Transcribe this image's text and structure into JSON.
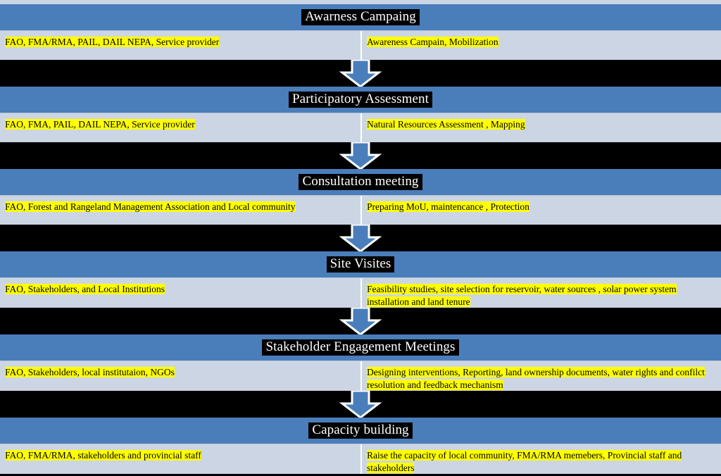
{
  "diagram": {
    "title": "Community engagement process flowchart",
    "colors": {
      "header_blue": "#4a7ebb",
      "body_light_blue": "#ccd5e4",
      "highlight_yellow": "#ffff00",
      "title_highlight": "#000000",
      "title_text": "#ffffff",
      "background": "#000000",
      "arrow_fill": "#4a7ebb",
      "arrow_outline": "#ffffff"
    },
    "connector_icon": "down-arrow-icon",
    "stages": [
      {
        "id": "awareness-campaing",
        "title": "Awarness Campaing",
        "actors": "FAO, FMA/RMA, PAIL, DAIL NEPA, Service provider",
        "activities": "Awareness Campain, Mobilization"
      },
      {
        "id": "participatory-assessment",
        "title": "Participatory Assessment",
        "actors": "FAO, FMA, PAIL, DAIL NEPA, Service provider",
        "activities": "Natural Resources Assessment , Mapping"
      },
      {
        "id": "consultation-meeting",
        "title": "Consultation meeting",
        "actors": "FAO, Forest and Rangeland Management Association and Local community",
        "activities": "Preparing MoU, maintencance , Protection"
      },
      {
        "id": "site-visites",
        "title": "Site Visites",
        "actors": "FAO, Stakeholders, and Local Institutions",
        "activities": "Feasibility studies, site selection for reservoir, water sources , solar power system installation and land tenure"
      },
      {
        "id": "stakeholder-engagement-meetings",
        "title": "Stakeholder Engagement Meetings",
        "actors": "FAO, Stakeholders, local institutaion, NGOs",
        "activities": "Designing  interventions, Reporting, land ownership documents, water rights and confilct resolution and feedback mechanism"
      },
      {
        "id": "capacity-building",
        "title": "Capacity building",
        "actors": "FAO, FMA/RMA, stakeholders and provincial staff",
        "activities": "Raise the capacity of local community, FMA/RMA  memebers, Provincial staff and stakeholders"
      }
    ]
  }
}
